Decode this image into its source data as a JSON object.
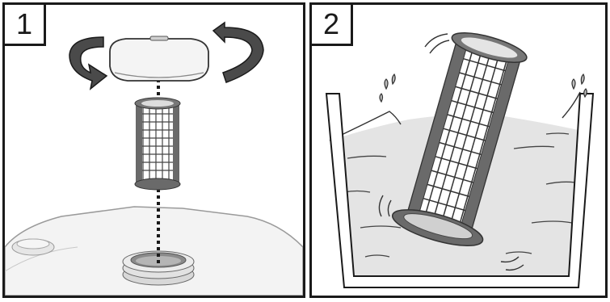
{
  "steps": [
    {
      "number": "1",
      "illustration": "unscrew-cap-remove-filter"
    },
    {
      "number": "2",
      "illustration": "rinse-filter-in-water"
    }
  ],
  "colors": {
    "outline": "#1a1a1a",
    "cap_fill": "#f4f4f4",
    "arrow_fill": "#4a4a4a",
    "filter_frame": "#6a6a6a",
    "water_fill": "#e4e4e4",
    "tank_fill": "#f3f3f3"
  }
}
